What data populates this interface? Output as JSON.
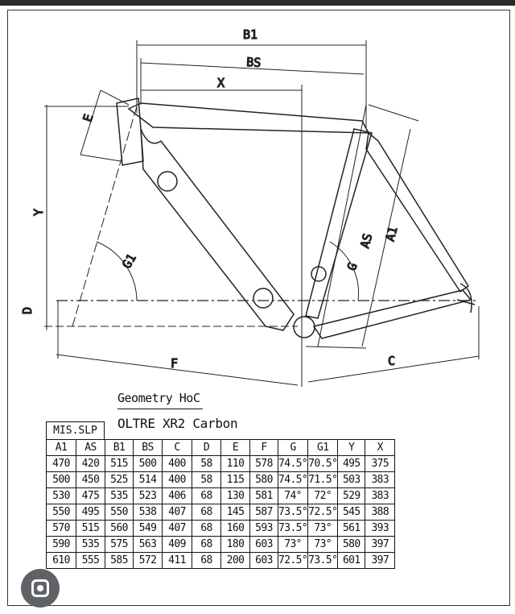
{
  "drawing": {
    "labels": {
      "B1": "B1",
      "BS": "BS",
      "X": "X",
      "E": "E",
      "Y": "Y",
      "D": "D",
      "G1": "G1",
      "G": "G",
      "AS": "AS",
      "A1": "A1",
      "F": "F",
      "C": "C"
    }
  },
  "title": "Geometry HoC",
  "model": "OLTRE XR2 Carbon",
  "table": {
    "group_header": "MIS.SLP",
    "columns": [
      "A1",
      "AS",
      "B1",
      "BS",
      "C",
      "D",
      "E",
      "F",
      "G",
      "G1",
      "Y",
      "X"
    ],
    "rows": [
      [
        "470",
        "420",
        "515",
        "500",
        "400",
        "58",
        "110",
        "578",
        "74.5°",
        "70.5°",
        "495",
        "375"
      ],
      [
        "500",
        "450",
        "525",
        "514",
        "400",
        "58",
        "115",
        "580",
        "74.5°",
        "71.5°",
        "503",
        "383"
      ],
      [
        "530",
        "475",
        "535",
        "523",
        "406",
        "68",
        "130",
        "581",
        "74°",
        "72°",
        "529",
        "383"
      ],
      [
        "550",
        "495",
        "550",
        "538",
        "407",
        "68",
        "145",
        "587",
        "73.5°",
        "72.5°",
        "545",
        "388"
      ],
      [
        "570",
        "515",
        "560",
        "549",
        "407",
        "68",
        "160",
        "593",
        "73.5°",
        "73°",
        "561",
        "393"
      ],
      [
        "590",
        "535",
        "575",
        "563",
        "409",
        "68",
        "180",
        "603",
        "73°",
        "73°",
        "580",
        "397"
      ],
      [
        "610",
        "555",
        "585",
        "572",
        "411",
        "68",
        "200",
        "603",
        "72.5°",
        "73.5°",
        "601",
        "397"
      ]
    ]
  }
}
